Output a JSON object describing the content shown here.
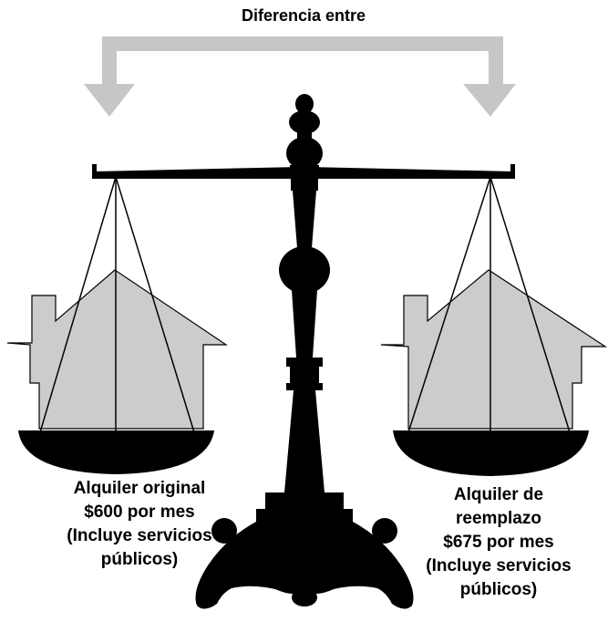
{
  "diagram": {
    "title": "Diferencia entre",
    "left": {
      "line1": "Alquiler original",
      "line2": "$600 por mes",
      "line3": "(Incluye servicios",
      "line4": "públicos)"
    },
    "right": {
      "line1": "Alquiler de",
      "line2": "reemplazo",
      "line3": "$675 por mes",
      "line4": "(Incluye servicios",
      "line5": "públicos)"
    },
    "colors": {
      "arrow": "#c6c6c6",
      "house": "#cccccc",
      "ink": "#000000"
    }
  }
}
